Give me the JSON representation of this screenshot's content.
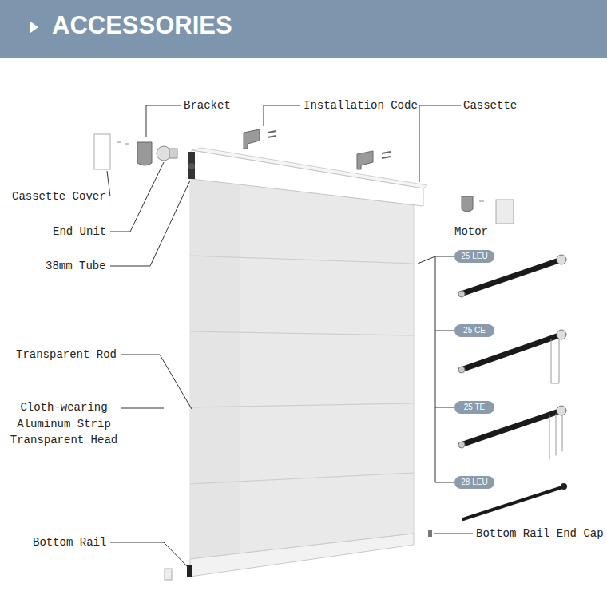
{
  "diagram": {
    "title": "ACCESSORIES",
    "nodes": [
      {
        "text": [
          "25 LEU"
        ]
      },
      {
        "text": [
          "25 CE"
        ]
      },
      {
        "text": [
          "25 TE"
        ]
      },
      {
        "text": [
          "28 LEU"
        ]
      }
    ],
    "labels": [
      "Bracket",
      "Installation Code",
      "Cassette",
      "Cassette Cover",
      "End Unit",
      "38mm Tube",
      "Motor",
      "Transparent Rod",
      "Cloth-wearing Aluminum Strip Transparent Head",
      "Bottom Rail",
      "Bottom Rail End Cap"
    ]
  }
}
